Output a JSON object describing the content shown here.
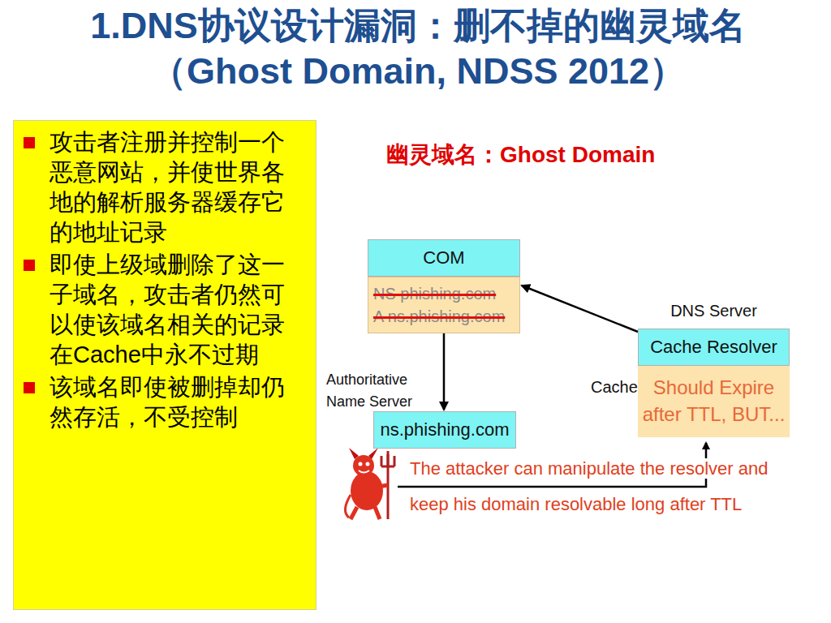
{
  "diagram": {
    "title": "1.DNS协议设计漏洞：删不掉的幽灵域名（Ghost Domain, NDSS 2012）",
    "nodes": [
      {
        "text": [
          "攻击者注册并控制一个恶意网站，并使世界各地的解析服务器缓存它的地址记录",
          "即使上级域删除了这一子域名，攻击者仍然可以使该域名相关的记录在Cache中永不过期",
          "该域名即使被删掉却仍然存活，不受控制"
        ]
      },
      {
        "text": [
          "COM",
          "NS phishing.com",
          "A ns.phishing.com"
        ]
      },
      {
        "text": [
          "ns.phishing.com"
        ]
      },
      {
        "text": [
          "DNS Server",
          "Cache Resolver",
          "Should Expire after TTL, BUT..."
        ]
      }
    ],
    "edges": [
      {
        "from": 1,
        "to": 2,
        "arrow": "to"
      },
      {
        "from": 3,
        "to": 1,
        "arrow": "to"
      }
    ],
    "labels": [
      "幽灵域名：Ghost Domain",
      "Authoritative Name Server",
      "Cache",
      "The attacker can manipulate the resolver and keep his domain resolvable long after TTL"
    ]
  }
}
